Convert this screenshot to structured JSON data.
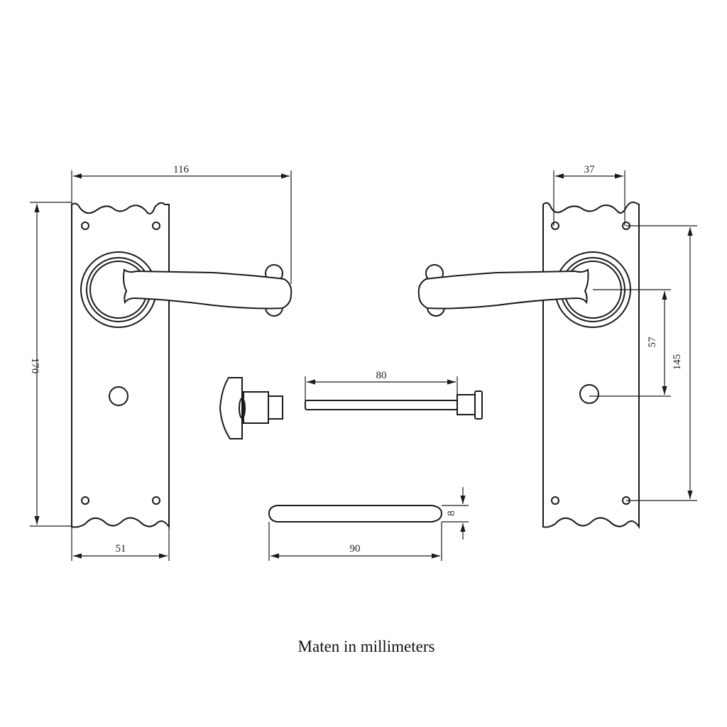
{
  "caption": "Maten in millimeters",
  "dimensions": {
    "handle_length": "116",
    "plate_height": "170",
    "plate_width": "51",
    "spindle_length": "80",
    "bar_length": "90",
    "bar_thickness": "8",
    "hole_spacing_horizontal": "37",
    "hole_spacing_vertical": "145",
    "lever_to_key_distance": "57"
  },
  "colors": {
    "line": "#1a1a1a",
    "background": "#ffffff"
  }
}
